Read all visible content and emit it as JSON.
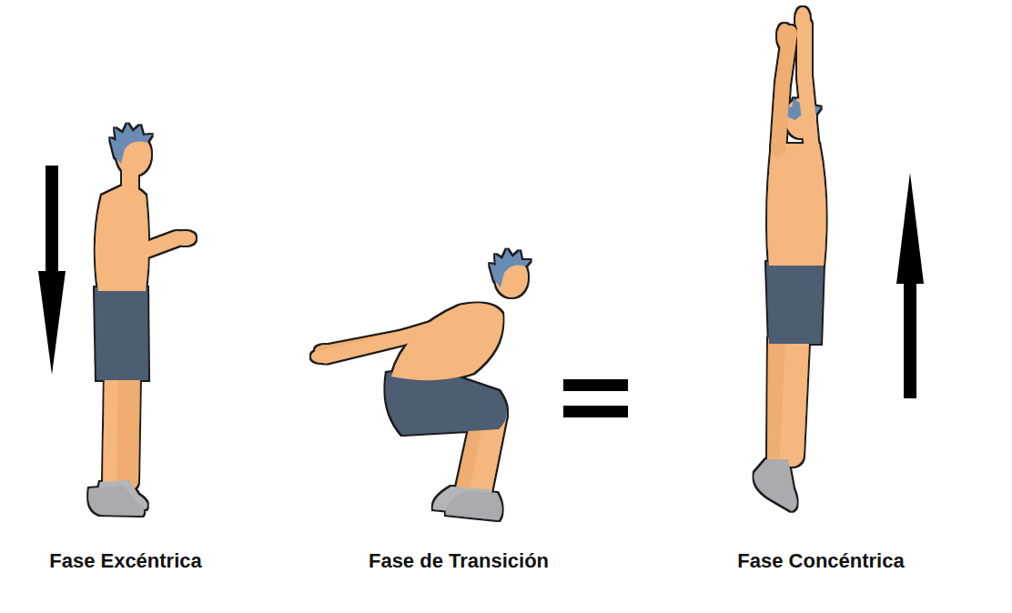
{
  "diagram": {
    "labels": [
      "Fase Excéntrica",
      "Fase de Transición",
      "Fase Concéntrica"
    ]
  }
}
